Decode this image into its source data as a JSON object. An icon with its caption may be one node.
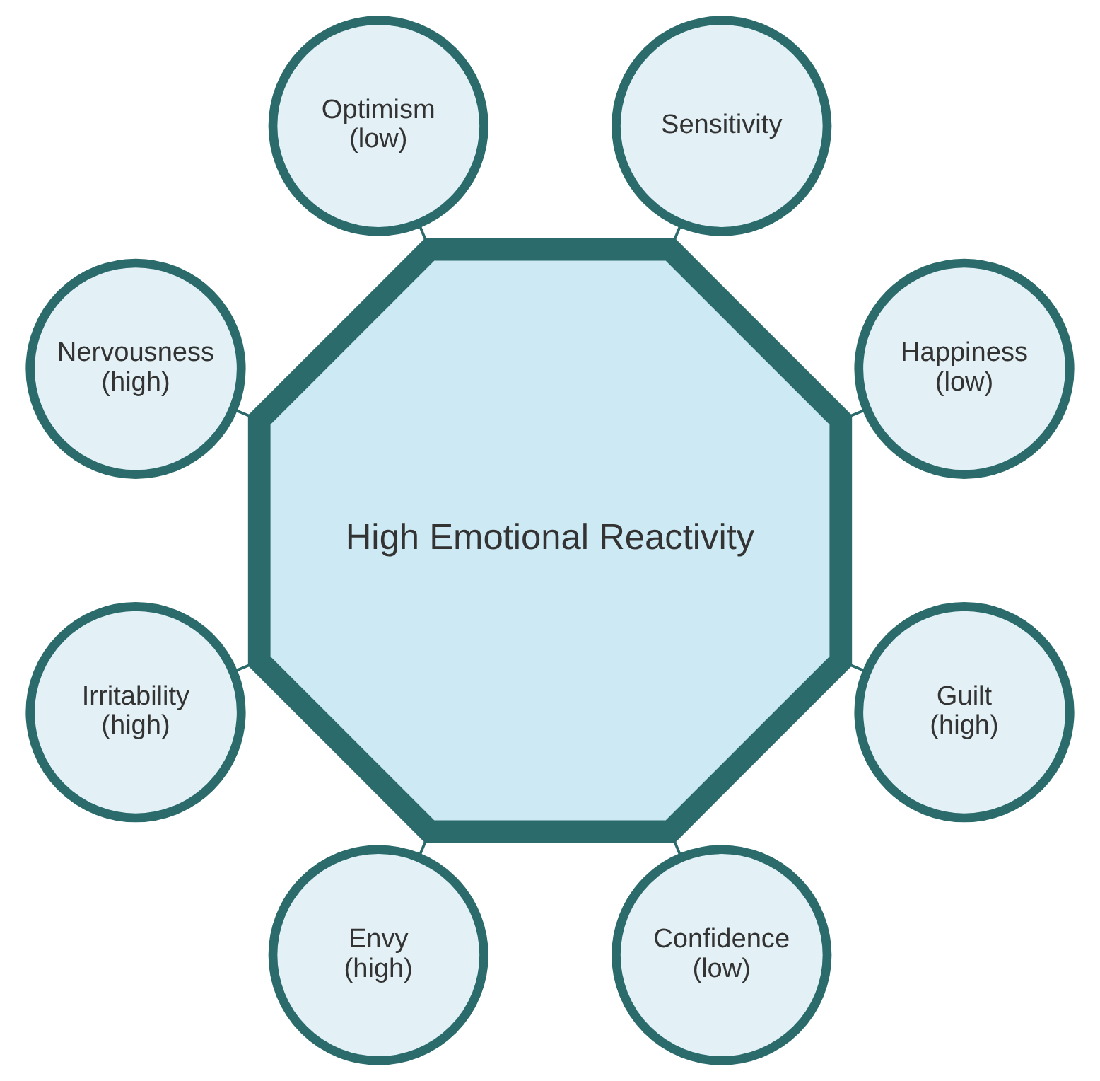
{
  "diagram": {
    "nodes": [
      {
        "text": [
          "High Emotional Reactivity"
        ]
      },
      {
        "text": [
          "Happiness (low)"
        ]
      },
      {
        "text": [
          "Sensitivity"
        ]
      },
      {
        "text": [
          "Optimism (low)"
        ]
      },
      {
        "text": [
          "Nervousness (high)"
        ]
      },
      {
        "text": [
          "Irritability (high)"
        ]
      },
      {
        "text": [
          "Envy (high)"
        ]
      },
      {
        "text": [
          "Confidence (low)"
        ]
      },
      {
        "text": [
          "Guilt (high)"
        ]
      }
    ],
    "edges": [
      {
        "from": 0,
        "to": 1,
        "arrow": "none"
      },
      {
        "from": 0,
        "to": 2,
        "arrow": "none"
      },
      {
        "from": 0,
        "to": 4,
        "arrow": "none"
      },
      {
        "from": 0,
        "to": 6,
        "arrow": "none"
      },
      {
        "from": 0,
        "to": 8,
        "arrow": "none"
      },
      {
        "from": 0,
        "to": 7,
        "arrow": "none"
      },
      {
        "from": 0,
        "to": 5,
        "arrow": "none"
      },
      {
        "from": 0,
        "to": 3,
        "arrow": "none"
      }
    ]
  }
}
